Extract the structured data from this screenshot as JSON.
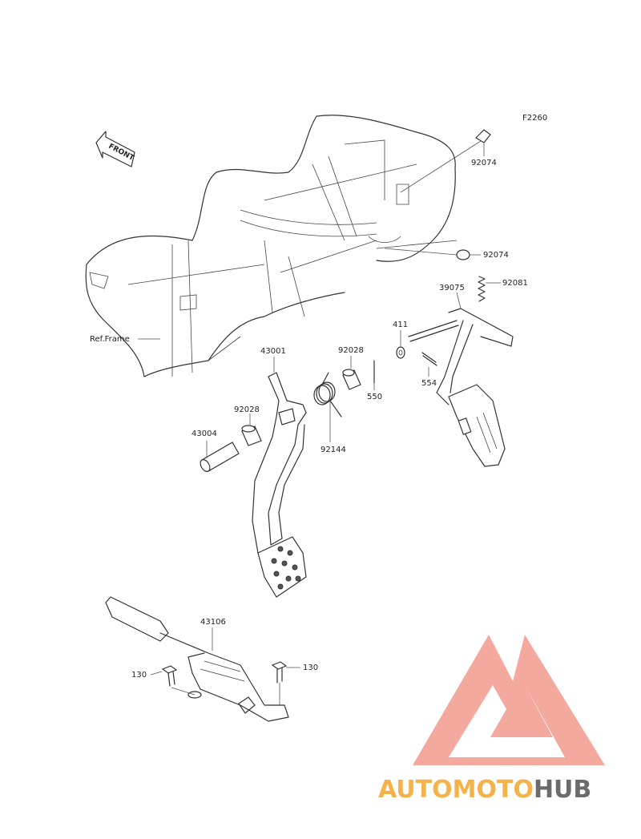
{
  "figure_code": "F2260",
  "front_label": "FRONT",
  "ref_label": "Ref.Frame",
  "parts": [
    {
      "id": "p-92074-a",
      "label": "92074"
    },
    {
      "id": "p-92074-b",
      "label": "92074"
    },
    {
      "id": "p-92081",
      "label": "92081"
    },
    {
      "id": "p-39075",
      "label": "39075"
    },
    {
      "id": "p-411",
      "label": "411"
    },
    {
      "id": "p-554",
      "label": "554"
    },
    {
      "id": "p-43001",
      "label": "43001"
    },
    {
      "id": "p-92028-a",
      "label": "92028"
    },
    {
      "id": "p-550",
      "label": "550"
    },
    {
      "id": "p-92028-b",
      "label": "92028"
    },
    {
      "id": "p-43004",
      "label": "43004"
    },
    {
      "id": "p-92144",
      "label": "92144"
    },
    {
      "id": "p-43106",
      "label": "43106"
    },
    {
      "id": "p-130-a",
      "label": "130"
    },
    {
      "id": "p-130-b",
      "label": "130"
    }
  ],
  "watermark": {
    "part1": "AUTOMOTO",
    "part2": "HUB",
    "color_light": "#f3a49a",
    "color_orange": "#f5b24a",
    "color_gray": "#6b6b6b"
  }
}
